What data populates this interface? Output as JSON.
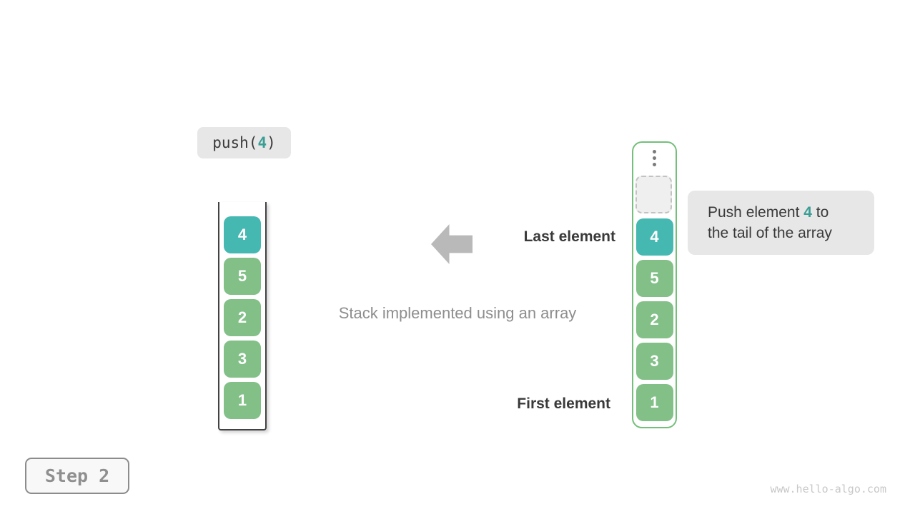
{
  "colors": {
    "teal": "#46b8b2",
    "green": "#82c088",
    "tealtext": "#3a9e94",
    "greenborder": "#74bf7a",
    "darkborder": "#424242",
    "darktext": "#3a3a3a",
    "graytext": "#8e8e8e",
    "arrowgray": "#b9b9b9",
    "boxbg": "#e7e7e7",
    "steptext": "#8f8f8f",
    "stepborder": "#8c8c8c",
    "stepbg": "#f8f8f8",
    "watermarkgray": "#c8c8c8",
    "slotbg": "#efefef",
    "slotborder": "#c2c2c2",
    "dotgray": "#7b7b7b"
  },
  "operation": {
    "prefix": "push(",
    "value": "4",
    "suffix": ")"
  },
  "caption": "Stack implemented using an array",
  "annotations": {
    "last": "Last element",
    "first": "First element"
  },
  "callout": {
    "line1_pre": "Push element ",
    "value": "4",
    "line1_post": " to",
    "line2": "the tail of the array"
  },
  "left_stack": {
    "cells": [
      {
        "value": "4",
        "highlight": true
      },
      {
        "value": "5",
        "highlight": false
      },
      {
        "value": "2",
        "highlight": false
      },
      {
        "value": "3",
        "highlight": false
      },
      {
        "value": "1",
        "highlight": false
      }
    ]
  },
  "right_stack": {
    "cells": [
      {
        "value": "4",
        "highlight": true
      },
      {
        "value": "5",
        "highlight": false
      },
      {
        "value": "2",
        "highlight": false
      },
      {
        "value": "3",
        "highlight": false
      },
      {
        "value": "1",
        "highlight": false
      }
    ]
  },
  "step": {
    "label": "Step 2"
  },
  "watermark": "www.hello-algo.com"
}
